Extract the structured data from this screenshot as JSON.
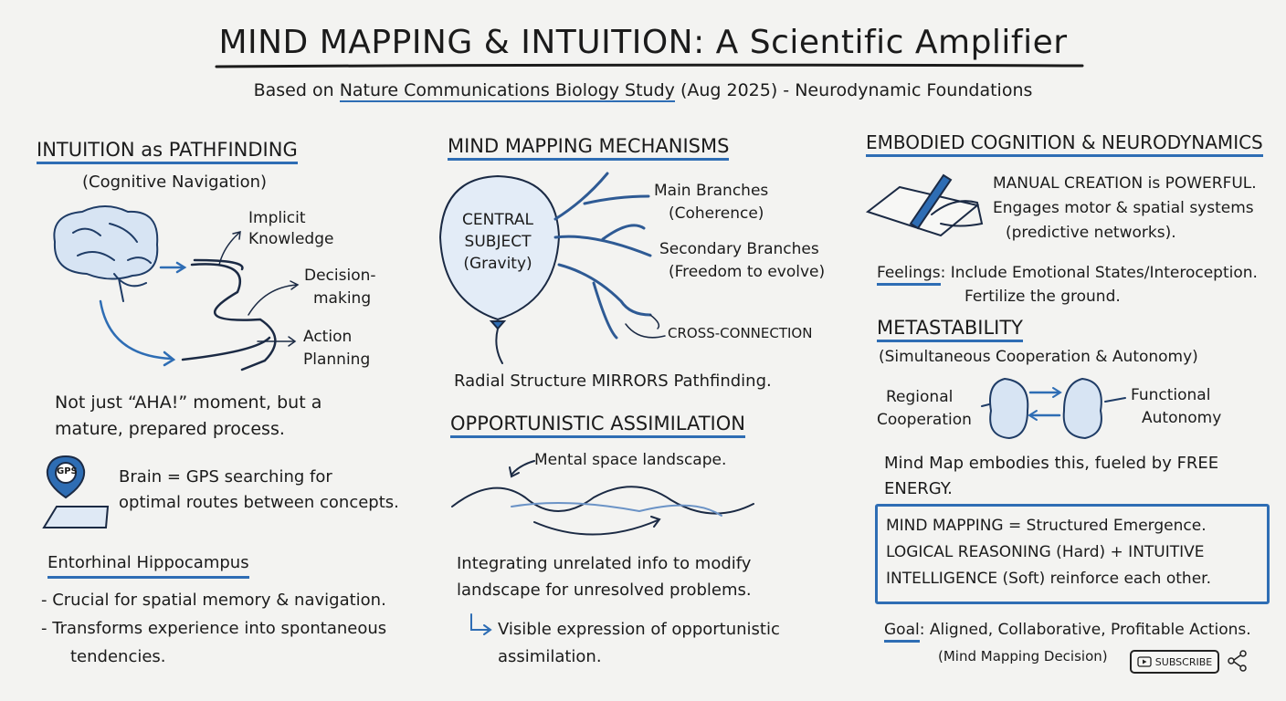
{
  "title": "MIND MAPPING & INTUITION: A Scientific Amplifier",
  "subtitle": {
    "prefix": "Based on ",
    "source": "Nature Communications Biology Study",
    "suffix": " (Aug 2025) - Neurodynamic Foundations"
  },
  "col1": {
    "heading": "INTUITION as PATHFINDING",
    "subheading": "(Cognitive Navigation)",
    "labels": [
      "Implicit",
      "Knowledge",
      "Decision-",
      "making",
      "Action",
      "Planning"
    ],
    "aha": [
      "Not just “AHA!” moment, but a",
      "mature, prepared process."
    ],
    "gps_badge": "GPS",
    "gps_text": [
      "Brain = GPS searching for",
      "optimal routes between concepts."
    ],
    "hippo_heading": "Entorhinal Hippocampus",
    "bullets": [
      "- Crucial for spatial memory & navigation.",
      "- Transforms experience into spontaneous",
      "tendencies."
    ]
  },
  "col2": {
    "heading": "MIND MAPPING MECHANISMS",
    "central": [
      "CENTRAL",
      "SUBJECT",
      "(Gravity)"
    ],
    "main_branches": [
      "Main Branches",
      "(Coherence)"
    ],
    "secondary_branches": [
      "Secondary Branches",
      "(Freedom to evolve)"
    ],
    "cross": "CROSS-CONNECTION",
    "radial": "Radial Structure MIRRORS Pathfinding.",
    "opp_heading": "OPPORTUNISTIC ASSIMILATION",
    "landscape_label": "Mental space landscape.",
    "integrating": [
      "Integrating unrelated info to modify",
      "landscape for unresolved problems."
    ],
    "visible": [
      "Visible expression of opportunistic",
      "assimilation."
    ]
  },
  "col3": {
    "heading": "EMBODIED COGNITION & NEURODYNAMICS",
    "manual": [
      "MANUAL CREATION is POWERFUL.",
      "Engages motor & spatial systems",
      "(predictive networks)."
    ],
    "feelings_label": "Feelings",
    "feelings": [
      ": Include Emotional States/Interoception.",
      "Fertilize the ground."
    ],
    "meta_heading": "METASTABILITY",
    "meta_sub": "(Simultaneous Cooperation & Autonomy)",
    "regional": [
      "Regional",
      "Cooperation"
    ],
    "functional": [
      "Functional",
      "Autonomy"
    ],
    "embodies": [
      "Mind Map embodies this, fueled by FREE",
      "ENERGY."
    ],
    "box": [
      "MIND MAPPING = Structured Emergence.",
      "LOGICAL REASONING (Hard) + INTUITIVE",
      "INTELLIGENCE (Soft) reinforce each other."
    ],
    "goal_label": "Goal",
    "goal": ": Aligned, Collaborative, Profitable Actions.",
    "goal_sub": "(Mind Mapping Decision)",
    "subscribe": "SUBSCRIBE"
  },
  "colors": {
    "accent": "#2e6db4",
    "ink": "#1b1b1b",
    "paper": "#f3f3f1"
  }
}
